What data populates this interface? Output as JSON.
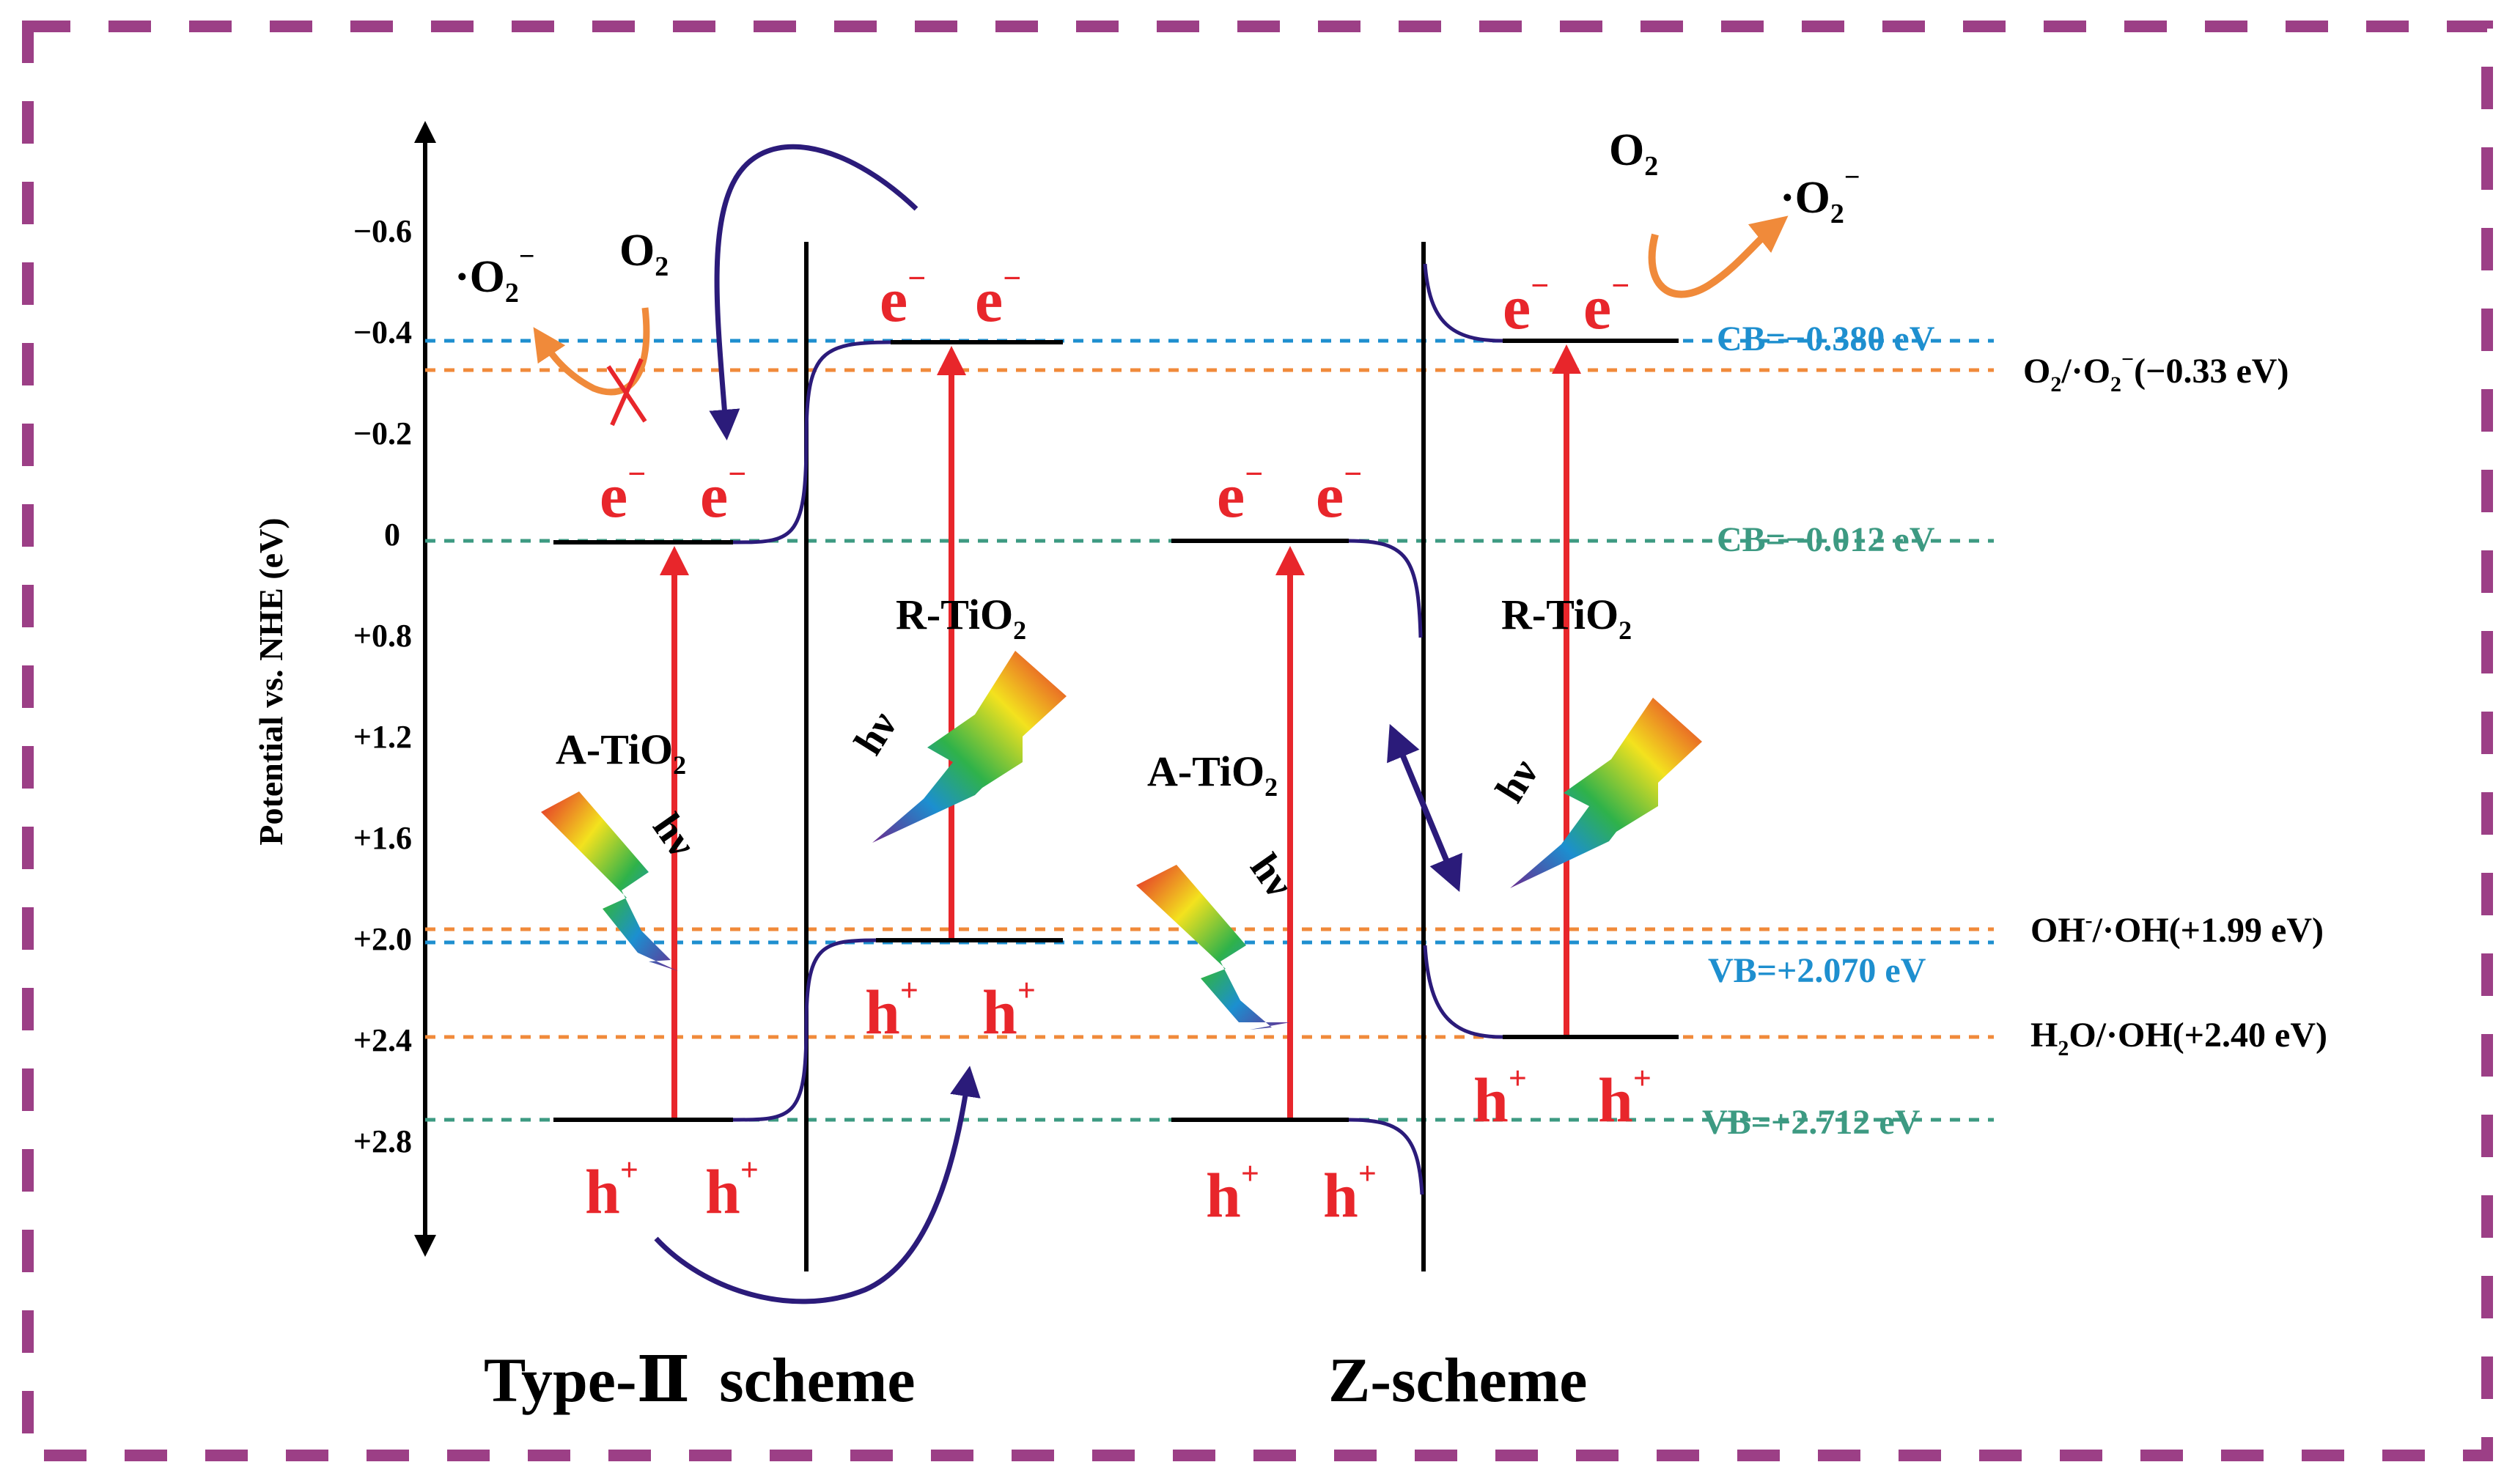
{
  "axis": {
    "label": "Potential vs. NHE (eV)",
    "ticks": [
      "−0.6",
      "−0.4",
      "−0.2",
      "0",
      "+0.8",
      "+1.2",
      "+1.6",
      "+2.0",
      "+2.4",
      "+2.8"
    ]
  },
  "reference_lines": {
    "o2_pair": {
      "main": "O",
      "sub": "2",
      "mid": "/·O",
      "sub2": "2",
      "sup": "−",
      "tail": "(−0.33 eV)"
    },
    "oh_pair": {
      "main": "OH",
      "sup": "-",
      "tail": "/·OH(+1.99 eV)"
    },
    "h2o_pair": {
      "main": "H",
      "sub": "2",
      "tail": "O/·OH(+2.40 eV)"
    }
  },
  "band_labels": {
    "cb_r": "CB=−0.380 eV",
    "cb_a": "CB=−0.012 eV",
    "vb_r": "VB=+2.070 eV",
    "vb_a": "VB=+2.712 eV"
  },
  "materials": {
    "a_tio2": {
      "main": "A-TiO",
      "sub": "2"
    },
    "r_tio2": {
      "main": "R-TiO",
      "sub": "2"
    }
  },
  "carriers": {
    "electron": "e",
    "electron_sup": "−",
    "hole": "h",
    "hole_sup": "+"
  },
  "species": {
    "o2": {
      "main": "O",
      "sub": "2"
    },
    "superoxide": {
      "main": "·O",
      "sub": "2",
      "sup": "−"
    }
  },
  "light": "hν",
  "schemes": {
    "type2_a": "Type-",
    "type2_b": "Ⅱ",
    "type2_c": "scheme",
    "z": "Z-scheme"
  },
  "colors": {
    "frame": "#9c3f86",
    "carrier_red": "#e8262b",
    "cb_blue": "#1e8fcf",
    "cb_teal": "#3d9a82",
    "ref_orange": "#f08a3a",
    "curve_purple": "#2b1b7a"
  }
}
